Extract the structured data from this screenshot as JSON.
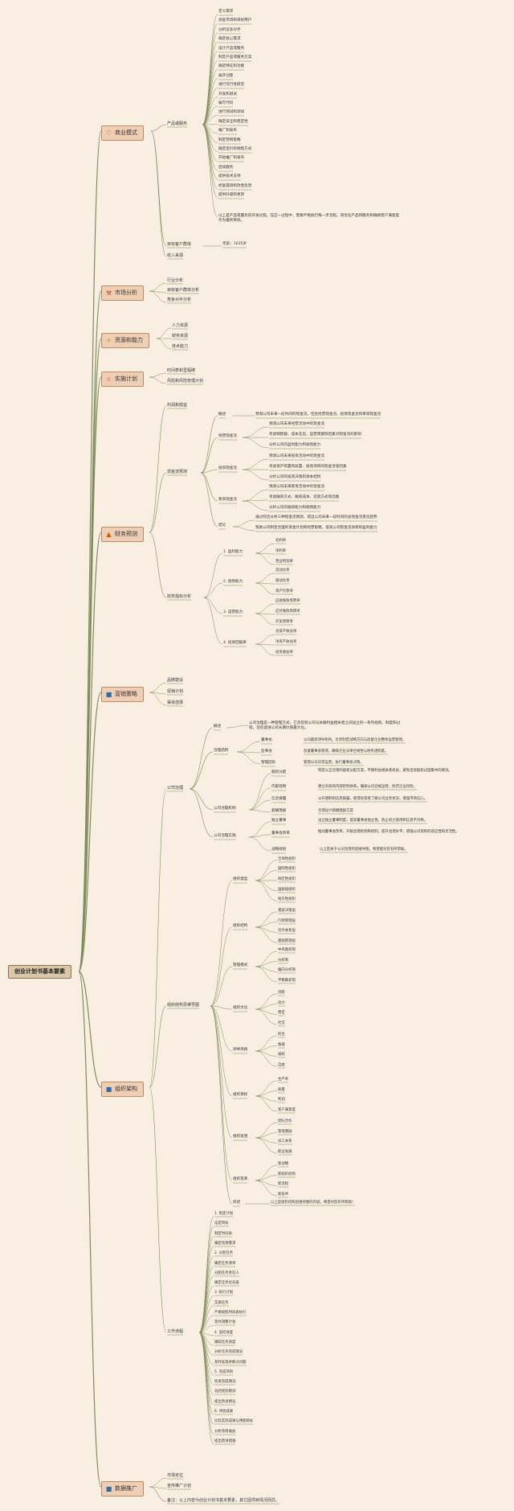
{
  "root": "创业计划书基本要素",
  "icons": {
    "business_model": "heart-icon",
    "market_analysis": "tools-icon",
    "resources": "sun-icon",
    "implementation": "star-icon",
    "finance": "flame-icon",
    "marketing": "book-icon",
    "org": "book-icon",
    "promotion": "book-icon"
  },
  "colors": {
    "background": "#f8efe2",
    "main_fill": "#efcfb3",
    "main_border": "#b88a66",
    "line": "#7d8c5a"
  },
  "labels": {
    "b1": "商业模式",
    "b1_1": "产品或服务",
    "b1_1_items": [
      "定义需求",
      "调查市场和目标用户",
      "分析竞争对手",
      "确定核心需求",
      "设计产品或服务",
      "制定产品或服务方案",
      "确定特征和功能",
      "展开创意",
      "进行可行性研究",
      "开发和测试",
      "编写代码",
      "进行测试和调试",
      "确定安全和稳定性",
      "推广和发布",
      "制定营销策略",
      "确定定价和销售方式",
      "开始推广和发布",
      "后续服务",
      "提供技术支持",
      "修复漏洞和改善反馈",
      "提供升级和更新"
    ],
    "b1_1_note": "以上是产品或服务的开发过程。在这一过程中，需要严格执行每一步流程。同优化产品和服务和确保客户满意度作为最终目标。",
    "b1_2": "目标客户群体",
    "b1_2_age": "年龄：1635岁",
    "b1_3": "收入来源",
    "b2": "市场分析",
    "b2_items": [
      "行业分析",
      "目标客户群体分析",
      "竞争对手分析"
    ],
    "b3": "资源和能力",
    "b3_items": [
      "人力资源",
      "财务资源",
      "技术能力"
    ],
    "b4": "实施计划",
    "b4_items": [
      "时间表和里程碑",
      "风险和风险管理计划"
    ],
    "b5": "财务预测",
    "b5_1": "利润和损益",
    "b5_2": "现金流预测",
    "b5_2_overview": "概述",
    "b5_2_overview_text": "预测公司未来一段时间的现金流，包括经营现金流、投资现金流和筹资现金流",
    "b5_2_op": "经营现金流",
    "b5_2_op_items": [
      "预测公司未来经营活动中的现金流",
      "考虑销售额、成本支出、运营周期等因素对现金流的影响",
      "分析公司的盈利能力和收现能力"
    ],
    "b5_2_inv": "投资现金流",
    "b5_2_inv_items": [
      "预测公司未来投资活动中的现金流",
      "考虑资产购置和处置、投资项目的现金流等因素",
      "分析公司的投资决策和资本结构"
    ],
    "b5_2_fin": "筹资现金流",
    "b5_2_fin_items": [
      "预测公司未来筹资活动中的现金流",
      "考虑融资方式、融资成本、还款方式等因素",
      "分析公司的融资能力和偿债能力"
    ],
    "b5_2_con": "结论",
    "b5_2_con_items": [
      "通过综合分析三种现金流预测，得出公司未来一段时间的总现金流变化趋势",
      "帮助公司制定合理的资金计划和经营策略，提高公司现金流效率和盈利能力"
    ],
    "b5_3": "财务指标分析",
    "b5_3_a": "1. 盈利能力",
    "b5_3_a_items": [
      "毛利率",
      "净利率",
      "营业利润率"
    ],
    "b5_3_b": "2. 偿债能力",
    "b5_3_b_items": [
      "流动比率",
      "速动比率",
      "资产负债率"
    ],
    "b5_3_c": "3. 运营能力",
    "b5_3_c_items": [
      "应收账款周转率",
      "应付账款周转率",
      "存货周转率"
    ],
    "b5_3_d": "4. 投资回报率",
    "b5_3_d_items": [
      "总资产收益率",
      "净资产收益率",
      "投资收益率"
    ],
    "b6": "营销策略",
    "b6_items": [
      "品牌建设",
      "促销计划",
      "渠道选择"
    ],
    "b7": "组织架构",
    "b7_1": "公司治理",
    "b7_1_overview": "概述",
    "b7_1_overview_text": "公司治理是一种管理方式，它涉及到公司与关联利益相关者之间设立的一系列规则、制度和过程，旨在促进公司长期价值最大化。",
    "b7_1_s": "治理结构",
    "b7_1_s_items": [
      [
        "董事会",
        "公司最高领导机构，负责制定战略方向与监督企业整体运营管理。"
      ],
      [
        "监事会",
        "监督董事会管理，确保企业法律合规性与财务透明度。"
      ],
      [
        "管理团队",
        "管理公司日常运营，执行董事会决策。"
      ]
    ],
    "b7_1_m": "公司治理机制",
    "b7_1_m_items": [
      [
        "股权分配",
        "制定公正合理的股权分配方案，平衡利益相关者权益，避免出现股权过度集中的情况。"
      ],
      [
        "内部控制",
        "建立有效的内部控制体系，确保公司合规运营，防范企业风险。"
      ],
      [
        "信息披露",
        "公开透明的信息披露，使得投资者了解公司业务状况，增强市场信心。"
      ],
      [
        "薪酬激励",
        "合理设计薪酬激励方案"
      ]
    ],
    "b7_1_p": "公司治理实践",
    "b7_1_p_items": [
      [
        "独立董事",
        "设立独立董事制度，提高董事会独立性，防止权力滥用和信息不对称。"
      ],
      [
        "董事会改革",
        "推动董事会改革，升级治理结构和机制，提升治理水平，增强公司架构的适应性和灵活性。"
      ],
      [
        "战略规划",
        "以上是关于公司治理的思维导图，希望能对您有所帮助。"
      ]
    ],
    "b7_2": "组织结构思维导图",
    "b7_2_groups": [
      [
        "组织类型",
        [
          "全球性组织",
          "国际性组织",
          "地区性组织",
          "国家级组织",
          "地方性组织"
        ]
      ],
      [
        "组织结构",
        [
          "基层决策层",
          "行政管理层",
          "对外关系层",
          "基础管理层"
        ]
      ],
      [
        "管理模式",
        [
          "中央集权制",
          "分权制",
          "偏向分权制",
          "平衡集权制"
        ]
      ],
      [
        "组织文化",
        [
          "创新",
          "动力",
          "稳定",
          "社交"
        ]
      ],
      [
        "领导风格",
        [
          "民主",
          "独裁",
          "威权",
          "自由"
        ]
      ],
      [
        "组织目标",
        [
          "生产率",
          "质量",
          "利润",
          "客户满意度"
        ]
      ],
      [
        "组织氛围",
        [
          "团队合作",
          "管理激励",
          "员工关系",
          "职业发展"
        ]
      ],
      [
        "组织变革",
        [
          "新战略",
          "新组织结构",
          "新流程",
          "新技术"
        ]
      ]
    ],
    "b7_2_sum": "综述",
    "b7_2_sum_text": "以上是组织结构思维导图的内容，希望对您有所帮助！",
    "b7_3": "工作流程",
    "b7_3_items": [
      "1. 制定计划",
      "设定目标",
      "制定时间表",
      "确定资源需求",
      "2. 分配任务",
      "确定任务清单",
      "分配任务责任人",
      "确定任务优先级",
      "3. 执行计划",
      "实施任务",
      "严格按照时间表执行",
      "及时调整计划",
      "4. 监控进度",
      "跟踪任务进度",
      "分析任务完成情况",
      "及时发现并解决问题",
      "5. 完成项目",
      "检查完成情况",
      "总结经验教训",
      "提出改进建议",
      "6. 评估成果",
      "比较实际成果与预期目标",
      "分析项目收益",
      "提出改进措施"
    ],
    "b8": "数据推广",
    "b8_items": [
      "市场定位",
      "宣传推广计划"
    ],
    "b8_note": "备注：以上内容为创业计划书基本要素，其它因项目情况而异。"
  }
}
